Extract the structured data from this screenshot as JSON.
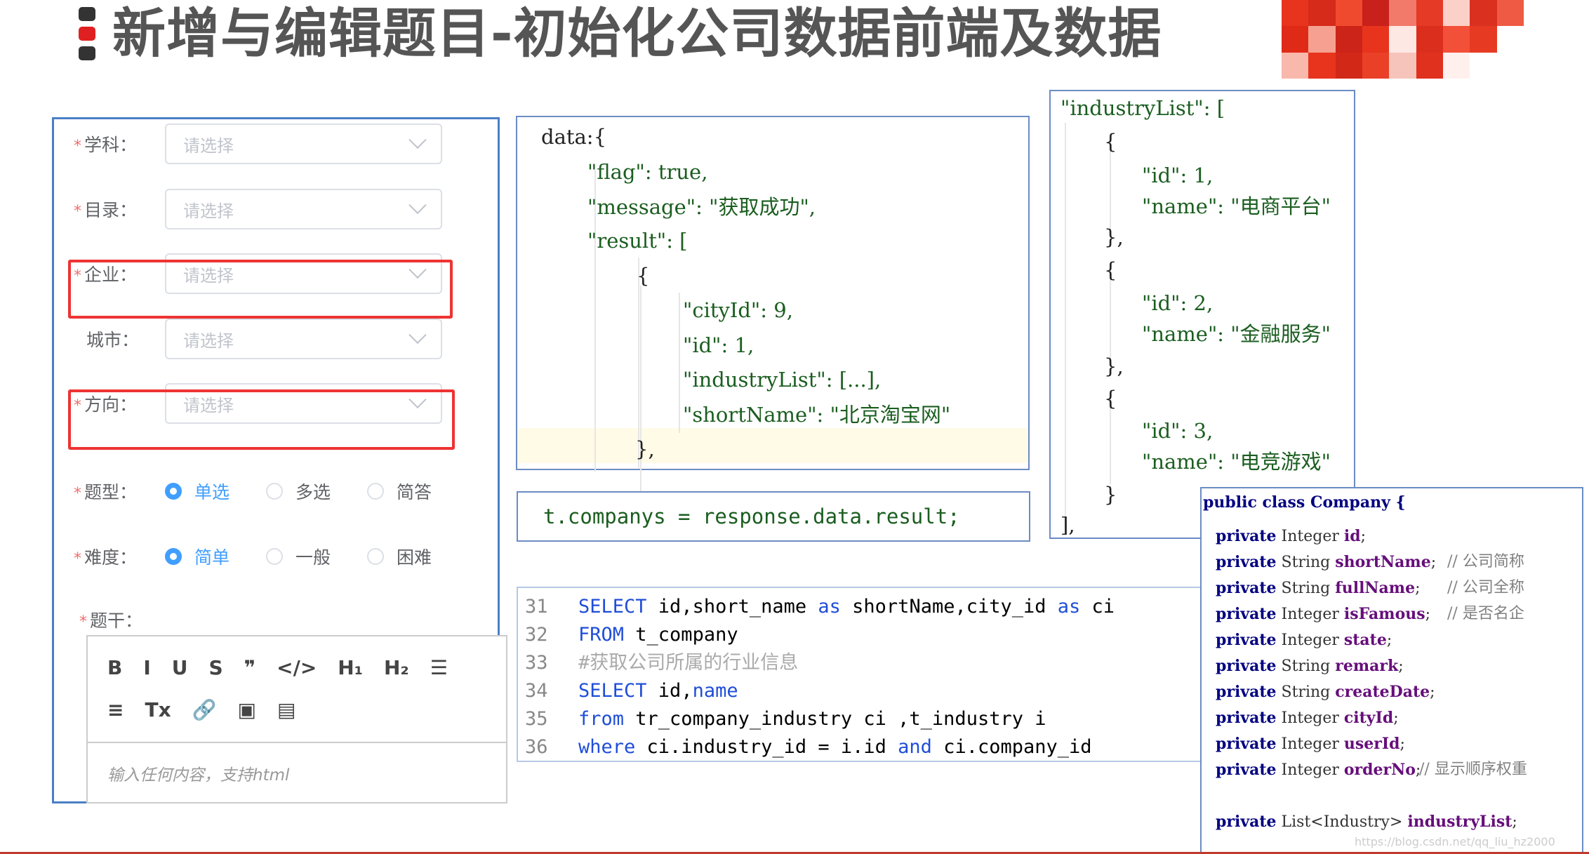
{
  "header": {
    "title": "新增与编辑题目-初始化公司数据前端及数据",
    "accent_colors": [
      "#333333",
      "#e02020",
      "#333333"
    ]
  },
  "form": {
    "fields": [
      {
        "label": "学科：",
        "required": true,
        "placeholder": "请选择",
        "highlighted": false
      },
      {
        "label": "目录：",
        "required": true,
        "placeholder": "请选择",
        "highlighted": false
      },
      {
        "label": "企业：",
        "required": true,
        "placeholder": "请选择",
        "highlighted": true
      },
      {
        "label": "城市：",
        "required": false,
        "placeholder": "请选择",
        "highlighted": false
      },
      {
        "label": "方向：",
        "required": true,
        "placeholder": "请选择",
        "highlighted": true
      }
    ],
    "question_type": {
      "label": "题型：",
      "options": [
        "单选",
        "多选",
        "简答"
      ],
      "selected": "单选"
    },
    "difficulty": {
      "label": "难度：",
      "options": [
        "简单",
        "一般",
        "困难"
      ],
      "selected": "简单"
    },
    "stem": {
      "label": "题干：",
      "toolbar_row1": [
        "B",
        "I",
        "U",
        "S",
        "❞",
        "</>",
        "H₁",
        "H₂",
        "☰"
      ],
      "toolbar_row2": [
        "≡",
        "Tx",
        "🔗",
        "▣",
        "▤"
      ],
      "placeholder": "输入任何内容，支持html"
    },
    "accent_color": "#409eff",
    "highlight_color": "#e33333"
  },
  "json_response": {
    "lines": [
      "data:{",
      "\"flag\": true,",
      "\"message\": \"获取成功\",",
      "\"result\": [",
      "{",
      "\"cityId\": 9,",
      "\"id\": 1,",
      "\"industryList\": [...],",
      "\"shortName\": \"北京淘宝网\"",
      "},"
    ]
  },
  "assignment": {
    "code": "t.companys = response.data.result;"
  },
  "industry_list": {
    "header": "\"industryList\": [",
    "open": "{",
    "close": "},",
    "last_close": "}",
    "end": "],",
    "items": [
      {
        "id_line": "\"id\": 1,",
        "name_line": "\"name\": \"电商平台\""
      },
      {
        "id_line": "\"id\": 2,",
        "name_line": "\"name\": \"金融服务\""
      },
      {
        "id_line": "\"id\": 3,",
        "name_line": "\"name\": \"电竞游戏\""
      }
    ]
  },
  "sql": {
    "lines": [
      {
        "num": "31",
        "text": "SELECT id,short_name as shortName,city_id as ci"
      },
      {
        "num": "32",
        "text": "FROM t_company"
      },
      {
        "num": "33",
        "text": "#获取公司所属的行业信息"
      },
      {
        "num": "34",
        "text": "SELECT id,name"
      },
      {
        "num": "35",
        "text": "from tr_company_industry ci ,t_industry i"
      },
      {
        "num": "36",
        "text": "where ci.industry_id = i.id and ci.company_id"
      }
    ]
  },
  "java_class": {
    "header": "public class Company {",
    "fields": [
      {
        "type": "Integer",
        "name": "id",
        "comment": ""
      },
      {
        "type": "String",
        "name": "shortName",
        "comment": "// 公司简称"
      },
      {
        "type": "String",
        "name": "fullName",
        "comment": "// 公司全称"
      },
      {
        "type": "Integer",
        "name": "isFamous",
        "comment": "// 是否名企"
      },
      {
        "type": "Integer",
        "name": "state",
        "comment": ""
      },
      {
        "type": "String",
        "name": "remark",
        "comment": ""
      },
      {
        "type": "String",
        "name": "createDate",
        "comment": ""
      },
      {
        "type": "Integer",
        "name": "cityId",
        "comment": ""
      },
      {
        "type": "Integer",
        "name": "userId",
        "comment": ""
      },
      {
        "type": "Integer",
        "name": "orderNo",
        "comment": "// 显示顺序权重"
      }
    ],
    "list_field": {
      "type": "List<Industry>",
      "name": "industryList"
    },
    "modifier": "private"
  },
  "watermark": "https://blog.csdn.net/qq_liu_hz2000"
}
